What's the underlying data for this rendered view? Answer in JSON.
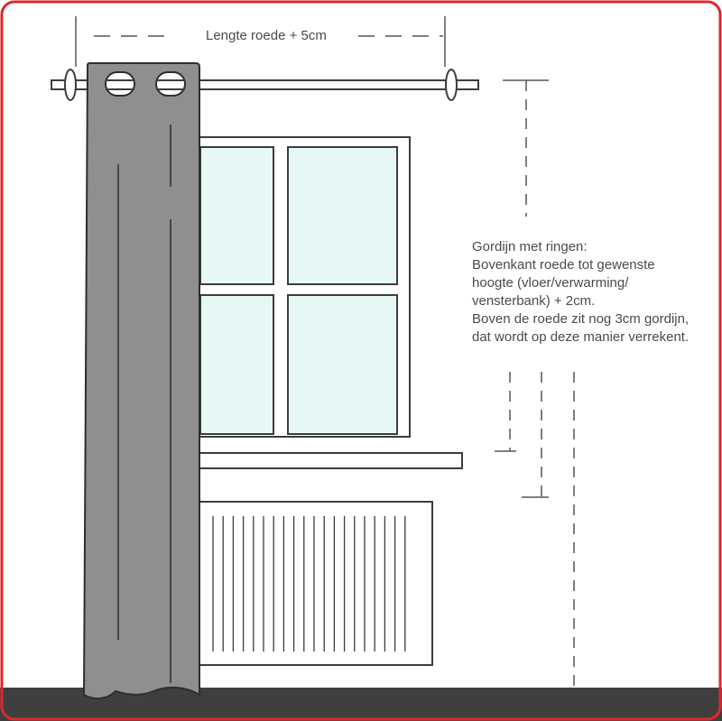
{
  "labels": {
    "rod_length": "Lengte roede + 5cm",
    "instructions": [
      "Gordijn met ringen:",
      "Bovenkant roede tot gewenste",
      "hoogte (vloer/verwarming/",
      "vensterbank) + 2cm.",
      "Boven de roede zit nog 3cm gordijn,",
      "dat wordt op deze manier verrekent."
    ]
  },
  "colors": {
    "frame": "#e3262a",
    "line": "#3c3c3c",
    "glass": "#e6f8f6",
    "curtain": "#8f8f8f",
    "floor": "#3f3f3f",
    "text": "#4a4a4a"
  }
}
